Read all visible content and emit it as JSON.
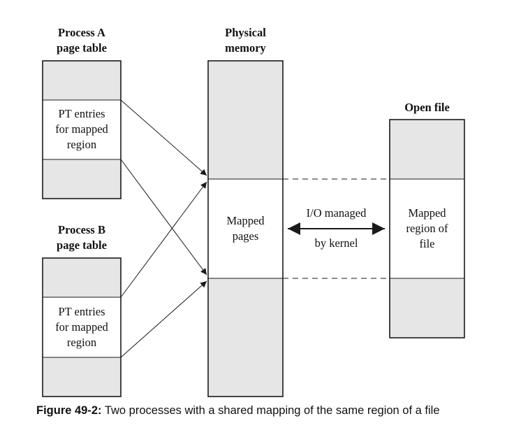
{
  "headings": {
    "process_a": [
      "Process A",
      "page table"
    ],
    "physical_memory": [
      "Physical",
      "memory"
    ],
    "open_file": [
      "Open file"
    ],
    "process_b": [
      "Process B",
      "page table"
    ]
  },
  "labels": {
    "pt_entries_a": [
      "PT entries",
      "for mapped",
      "region"
    ],
    "pt_entries_b": [
      "PT entries",
      "for mapped",
      "region"
    ],
    "mapped_pages": [
      "Mapped",
      "pages"
    ],
    "io_managed": "I/O managed",
    "by_kernel": "by kernel",
    "mapped_region_file": [
      "Mapped",
      "region of",
      "file"
    ]
  },
  "caption": {
    "figure": "Figure 49-2:",
    "text": "Two processes with a shared mapping of the same region of a file"
  },
  "colors": {
    "shaded": "#e6e6e6",
    "white": "#ffffff",
    "stroke": "#1a1a1a"
  }
}
